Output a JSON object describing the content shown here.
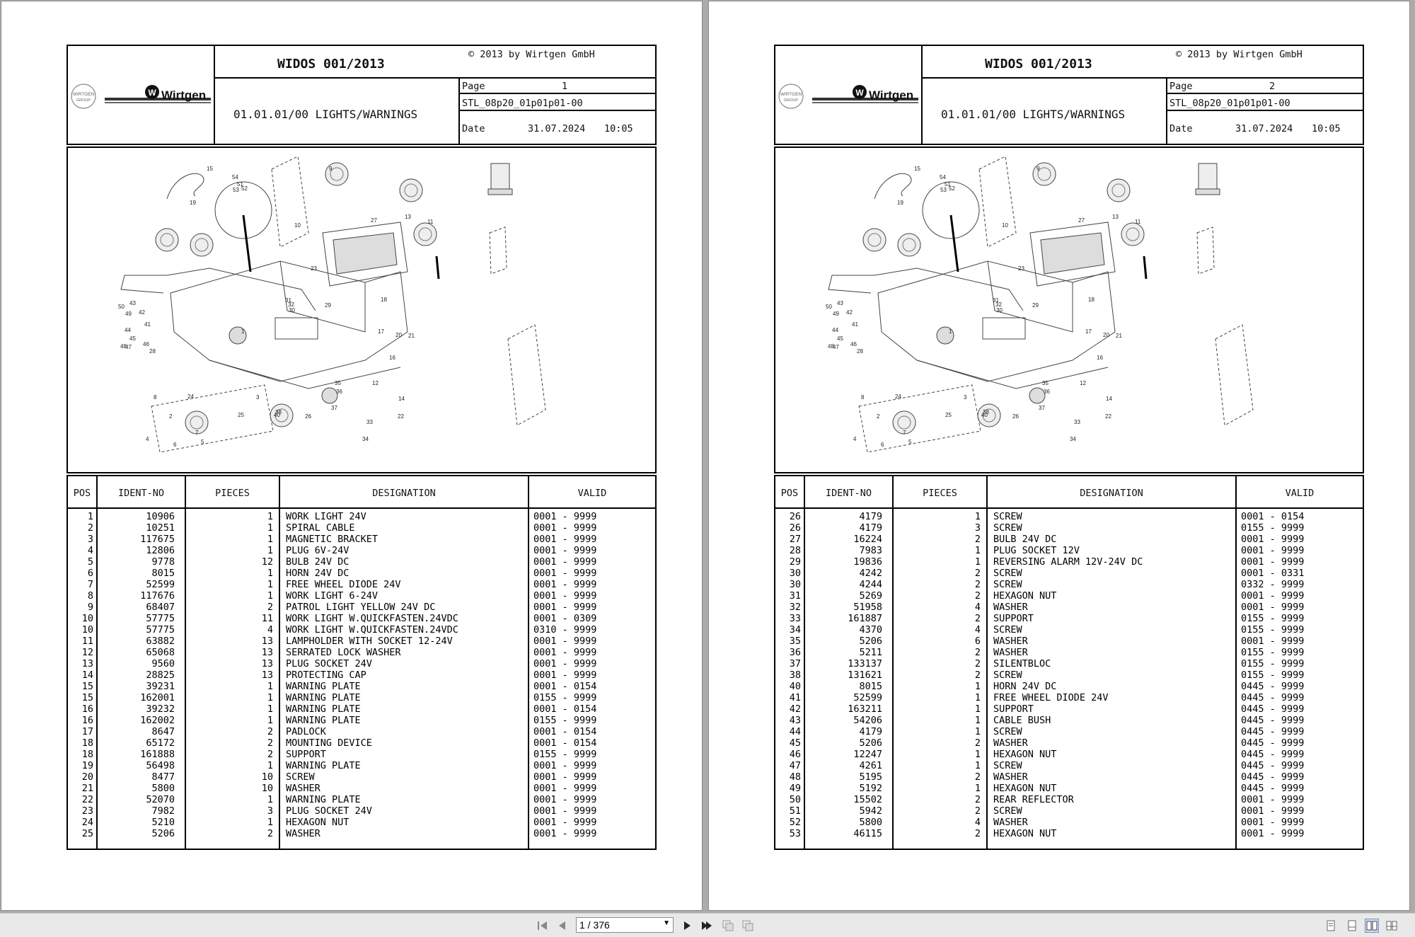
{
  "viewer": {
    "page_indicator": "1 / 376",
    "page_dropdown_icon": "chevron-down-icon"
  },
  "header": {
    "doc_title": "WIDOS 001/2013",
    "copyright": "© 2013 by Wirtgen GmbH",
    "section": "01.01.01/00 LIGHTS/WARNINGS",
    "page_label": "Page",
    "ref": "STL_08p20_01p01p01-00",
    "date_label": "Date",
    "date": "31.07.2024",
    "time": "10:05",
    "logo_text": "Wirtgen",
    "group_logo_text_1": "WIRTGEN",
    "group_logo_text_2": "GROUP"
  },
  "table_headers": {
    "pos": "POS",
    "ident": "IDENT-NO",
    "pieces": "PIECES",
    "designation": "DESIGNATION",
    "valid": "VALID"
  },
  "callouts": [
    "1",
    "2",
    "3",
    "4",
    "5",
    "6",
    "7",
    "8",
    "9",
    "10",
    "11",
    "12",
    "13",
    "14",
    "15",
    "16",
    "17",
    "18",
    "19",
    "20",
    "21",
    "22",
    "23",
    "24",
    "25",
    "26",
    "27",
    "28",
    "29",
    "30",
    "31",
    "32",
    "33",
    "34",
    "35",
    "36",
    "37",
    "38",
    "40",
    "41",
    "42",
    "43",
    "44",
    "45",
    "46",
    "47",
    "48",
    "49",
    "50",
    "51",
    "52",
    "53",
    "54"
  ],
  "pages": [
    {
      "page_number": "1",
      "rows": [
        [
          "1",
          "10906",
          "1",
          "WORK LIGHT 24V",
          "0001 - 9999"
        ],
        [
          "2",
          "10251",
          "1",
          "SPIRAL CABLE",
          "0001 - 9999"
        ],
        [
          "3",
          "117675",
          "1",
          "MAGNETIC BRACKET",
          "0001 - 9999"
        ],
        [
          "4",
          "12806",
          "1",
          "PLUG 6V-24V",
          "0001 - 9999"
        ],
        [
          "5",
          "9778",
          "12",
          "BULB 24V DC",
          "0001 - 9999"
        ],
        [
          "6",
          "8015",
          "1",
          "HORN 24V DC",
          "0001 - 9999"
        ],
        [
          "7",
          "52599",
          "1",
          "FREE WHEEL DIODE 24V",
          "0001 - 9999"
        ],
        [
          "8",
          "117676",
          "1",
          "WORK LIGHT 6-24V",
          "0001 - 9999"
        ],
        [
          "9",
          "68407",
          "2",
          "PATROL LIGHT YELLOW 24V DC",
          "0001 - 9999"
        ],
        [
          "10",
          "57775",
          "11",
          "WORK LIGHT W.QUICKFASTEN.24VDC",
          "0001 - 0309"
        ],
        [
          "10",
          "57775",
          "4",
          "WORK LIGHT W.QUICKFASTEN.24VDC",
          "0310 - 9999"
        ],
        [
          "11",
          "63882",
          "13",
          "LAMPHOLDER WITH SOCKET 12-24V",
          "0001 - 9999"
        ],
        [
          "12",
          "65068",
          "13",
          "SERRATED LOCK WASHER",
          "0001 - 9999"
        ],
        [
          "13",
          "9560",
          "13",
          "PLUG SOCKET 24V",
          "0001 - 9999"
        ],
        [
          "14",
          "28825",
          "13",
          "PROTECTING CAP",
          "0001 - 9999"
        ],
        [
          "15",
          "39231",
          "1",
          "WARNING PLATE",
          "0001 - 0154"
        ],
        [
          "15",
          "162001",
          "1",
          "WARNING PLATE",
          "0155 - 9999"
        ],
        [
          "16",
          "39232",
          "1",
          "WARNING PLATE",
          "0001 - 0154"
        ],
        [
          "16",
          "162002",
          "1",
          "WARNING PLATE",
          "0155 - 9999"
        ],
        [
          "17",
          "8647",
          "2",
          "PADLOCK",
          "0001 - 0154"
        ],
        [
          "18",
          "65172",
          "2",
          "MOUNTING DEVICE",
          "0001 - 0154"
        ],
        [
          "18",
          "161888",
          "2",
          "SUPPORT",
          "0155 - 9999"
        ],
        [
          "19",
          "56498",
          "1",
          "WARNING PLATE",
          "0001 - 9999"
        ],
        [
          "20",
          "8477",
          "10",
          "SCREW",
          "0001 - 9999"
        ],
        [
          "21",
          "5800",
          "10",
          "WASHER",
          "0001 - 9999"
        ],
        [
          "22",
          "52070",
          "1",
          "WARNING PLATE",
          "0001 - 9999"
        ],
        [
          "23",
          "7982",
          "3",
          "PLUG SOCKET 24V",
          "0001 - 9999"
        ],
        [
          "24",
          "5210",
          "1",
          "HEXAGON NUT",
          "0001 - 9999"
        ],
        [
          "25",
          "5206",
          "2",
          "WASHER",
          "0001 - 9999"
        ]
      ]
    },
    {
      "page_number": "2",
      "rows": [
        [
          "26",
          "4179",
          "1",
          "SCREW",
          "0001 - 0154"
        ],
        [
          "26",
          "4179",
          "3",
          "SCREW",
          "0155 - 9999"
        ],
        [
          "27",
          "16224",
          "2",
          "BULB 24V DC",
          "0001 - 9999"
        ],
        [
          "28",
          "7983",
          "1",
          "PLUG SOCKET 12V",
          "0001 - 9999"
        ],
        [
          "29",
          "19836",
          "1",
          "REVERSING ALARM 12V-24V DC",
          "0001 - 9999"
        ],
        [
          "30",
          "4242",
          "2",
          "SCREW",
          "0001 - 0331"
        ],
        [
          "30",
          "4244",
          "2",
          "SCREW",
          "0332 - 9999"
        ],
        [
          "31",
          "5269",
          "2",
          "HEXAGON NUT",
          "0001 - 9999"
        ],
        [
          "32",
          "51958",
          "4",
          "WASHER",
          "0001 - 9999"
        ],
        [
          "33",
          "161887",
          "2",
          "SUPPORT",
          "0155 - 9999"
        ],
        [
          "34",
          "4370",
          "4",
          "SCREW",
          "0155 - 9999"
        ],
        [
          "35",
          "5206",
          "6",
          "WASHER",
          "0001 - 9999"
        ],
        [
          "36",
          "5211",
          "2",
          "WASHER",
          "0155 - 9999"
        ],
        [
          "37",
          "133137",
          "2",
          "SILENTBLOC",
          "0155 - 9999"
        ],
        [
          "38",
          "131621",
          "2",
          "SCREW",
          "0155 - 9999"
        ],
        [
          "40",
          "8015",
          "1",
          "HORN 24V DC",
          "0445 - 9999"
        ],
        [
          "41",
          "52599",
          "1",
          "FREE WHEEL DIODE 24V",
          "0445 - 9999"
        ],
        [
          "42",
          "163211",
          "1",
          "SUPPORT",
          "0445 - 9999"
        ],
        [
          "43",
          "54206",
          "1",
          "CABLE BUSH",
          "0445 - 9999"
        ],
        [
          "44",
          "4179",
          "1",
          "SCREW",
          "0445 - 9999"
        ],
        [
          "45",
          "5206",
          "2",
          "WASHER",
          "0445 - 9999"
        ],
        [
          "46",
          "12247",
          "1",
          "HEXAGON NUT",
          "0445 - 9999"
        ],
        [
          "47",
          "4261",
          "1",
          "SCREW",
          "0445 - 9999"
        ],
        [
          "48",
          "5195",
          "2",
          "WASHER",
          "0445 - 9999"
        ],
        [
          "49",
          "5192",
          "1",
          "HEXAGON NUT",
          "0445 - 9999"
        ],
        [
          "50",
          "15502",
          "2",
          "REAR REFLECTOR",
          "0001 - 9999"
        ],
        [
          "51",
          "5942",
          "2",
          "SCREW",
          "0001 - 9999"
        ],
        [
          "52",
          "5800",
          "4",
          "WASHER",
          "0001 - 9999"
        ],
        [
          "53",
          "46115",
          "2",
          "HEXAGON NUT",
          "0001 - 9999"
        ]
      ]
    }
  ]
}
